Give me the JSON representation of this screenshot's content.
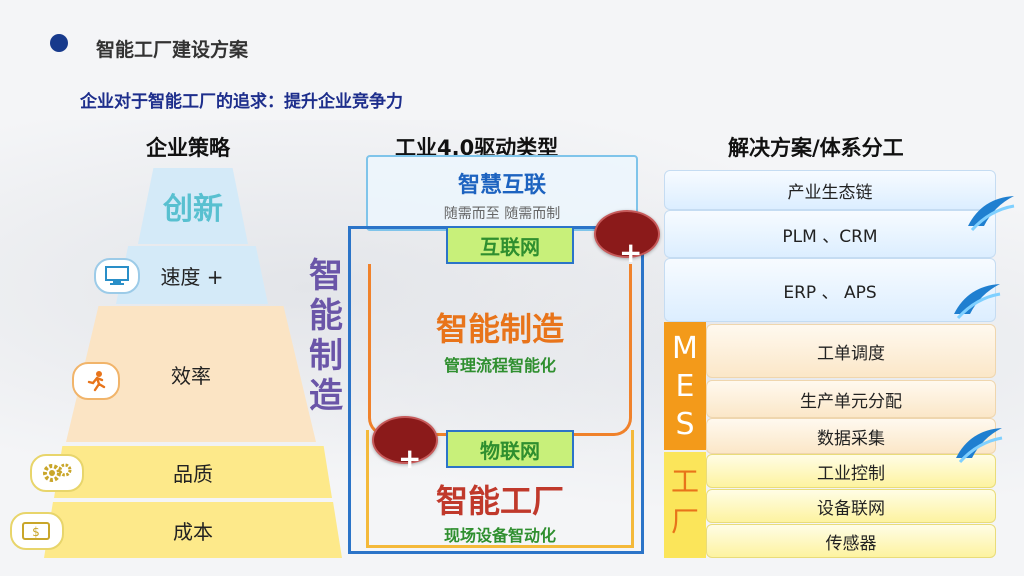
{
  "header": {
    "title": "智能工厂建设方案",
    "subtitle": "企业对于智能工厂的追求：提升企业竞争力"
  },
  "columns": {
    "strategy": "企业策略",
    "drivers": "工业4.0驱动类型",
    "solutions": "解决方案/体系分工"
  },
  "strategy_tiers": [
    {
      "label": "创新",
      "icon": "none"
    },
    {
      "label": "速度 +",
      "icon": "monitor-icon"
    },
    {
      "label": "效率",
      "icon": "running-man-icon"
    },
    {
      "label": "品质",
      "icon": "gears-icon"
    },
    {
      "label": "成本",
      "icon": "dollar-bill-icon"
    }
  ],
  "drivers": {
    "vertical_label": [
      "智",
      "能",
      "制",
      "造"
    ],
    "smart_interconnect": {
      "title": "智慧互联",
      "subtitle": "随需而至 随需而制"
    },
    "internet_tag": "互联网",
    "smart_manufacturing": {
      "title": "智能制造",
      "subtitle": "管理流程智能化"
    },
    "iot_tag": "物联网",
    "smart_factory": {
      "title": "智能工厂",
      "subtitle": "现场设备智动化"
    },
    "plus": "+"
  },
  "solutions": {
    "rows": [
      "产业生态链",
      "PLM 、CRM",
      "ERP 、 APS",
      "工单调度",
      "生产单元分配",
      "数据采集",
      "工业控制",
      "设备联网",
      "传感器"
    ],
    "mes_label": [
      "M",
      "E",
      "S"
    ],
    "factory_label": [
      "工",
      "厂"
    ]
  },
  "colors": {
    "accent_navy": "#1d2e8c",
    "orange": "#e8741a",
    "green_tag": "#2f8f2f",
    "purple": "#6a55a8",
    "mes_orange": "#f39a1a"
  }
}
